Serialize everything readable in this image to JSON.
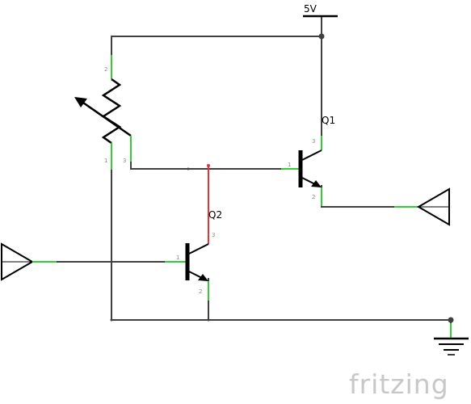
{
  "colors": {
    "wire": "#404040",
    "connected_pin": "#33cc33",
    "unconnected_pin": "#e63333",
    "brand": "#c8c8c8"
  },
  "power": {
    "label": "5V"
  },
  "transistors": {
    "q1": {
      "label": "Q1",
      "pins": {
        "base": "1",
        "emitter": "2",
        "collector": "3"
      }
    },
    "q2": {
      "label": "Q2",
      "pins": {
        "base": "1",
        "emitter": "2",
        "collector": "3"
      }
    }
  },
  "potentiometer": {
    "pins": {
      "top": "2",
      "bottom": "1",
      "wiper": "3"
    }
  },
  "ground": {
    "icon": "ground-icon"
  },
  "input_port": {
    "icon": "input-triangle-icon"
  },
  "output_port": {
    "icon": "output-triangle-icon"
  },
  "brand": {
    "text": "fritzing"
  }
}
